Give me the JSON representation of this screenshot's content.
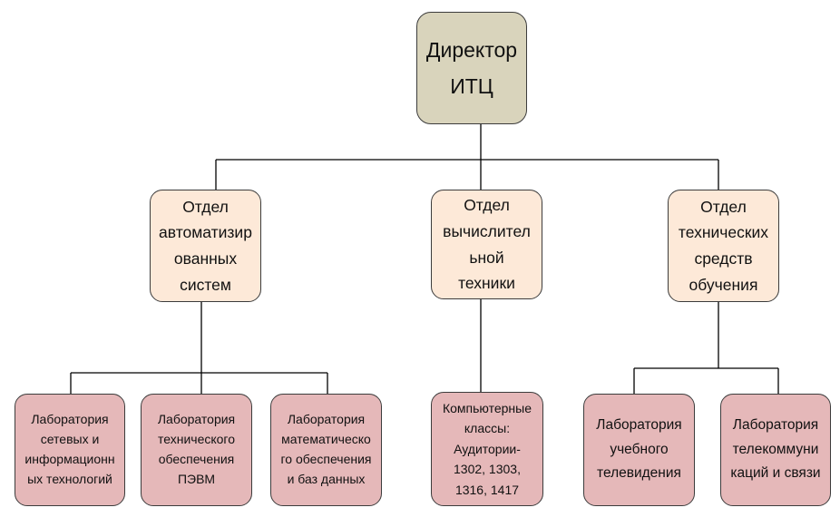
{
  "director": {
    "lines": [
      "Директор",
      "ИТЦ"
    ]
  },
  "departments": [
    {
      "lines": [
        "Отдел",
        "автоматизир",
        "ованных",
        "систем"
      ]
    },
    {
      "lines": [
        "Отдел",
        "вычислител",
        "ьной",
        "техники"
      ]
    },
    {
      "lines": [
        "Отдел",
        "технических",
        "средств",
        "обучения"
      ]
    }
  ],
  "labs": [
    {
      "lines": [
        "Лаборатория",
        "сетевых и",
        "информационн",
        "ых технологий"
      ]
    },
    {
      "lines": [
        "Лаборатория",
        "технического",
        "обеспечения",
        "ПЭВМ"
      ]
    },
    {
      "lines": [
        "Лаборатория",
        "математическо",
        "го обеспечения",
        "и баз данных"
      ]
    },
    {
      "lines": [
        "Компьютерные",
        "классы:",
        "Аудитории-",
        "1302, 1303,",
        "1316, 1417"
      ]
    },
    {
      "lines": [
        "Лаборатория",
        "учебного",
        "телевидения"
      ]
    },
    {
      "lines": [
        "Лаборатория",
        "телекоммуни",
        "каций и связи"
      ]
    }
  ]
}
